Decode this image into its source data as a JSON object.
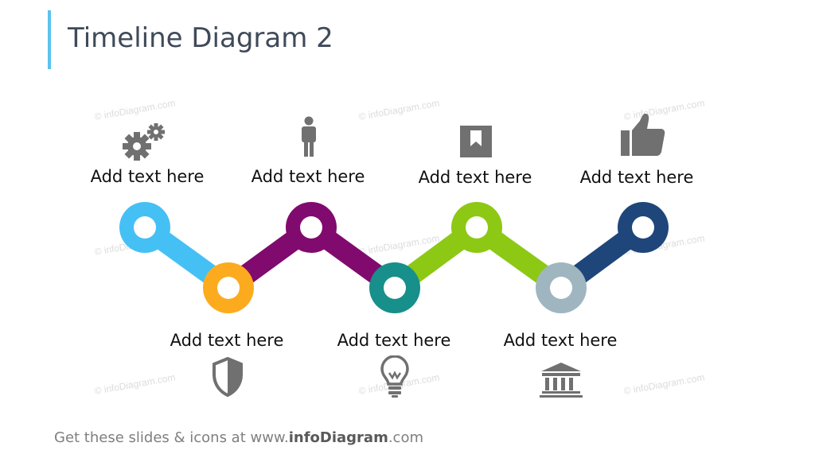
{
  "title": "Timeline Diagram 2",
  "watermark": "© infoDiagram.com",
  "footer": {
    "prefix": "Get these slides & icons at www.",
    "brand": "infoDiagram",
    "suffix": ".com"
  },
  "steps": [
    {
      "label": "Add text here",
      "color": "#45c0f5",
      "icon": "gears-icon"
    },
    {
      "label": "Add text here",
      "color": "#fcab1f",
      "icon": "shield-icon"
    },
    {
      "label": "Add text here",
      "color": "#810a6e",
      "icon": "person-icon"
    },
    {
      "label": "Add text here",
      "color": "#178f8a",
      "icon": "lightbulb-icon"
    },
    {
      "label": "Add text here",
      "color": "#8dc814",
      "icon": "bookmark-icon"
    },
    {
      "label": "Add text here",
      "color": "#9fb6c1",
      "icon": "bank-icon"
    },
    {
      "label": "Add text here",
      "color": "#1e467a",
      "icon": "thumbs-up-icon"
    }
  ]
}
